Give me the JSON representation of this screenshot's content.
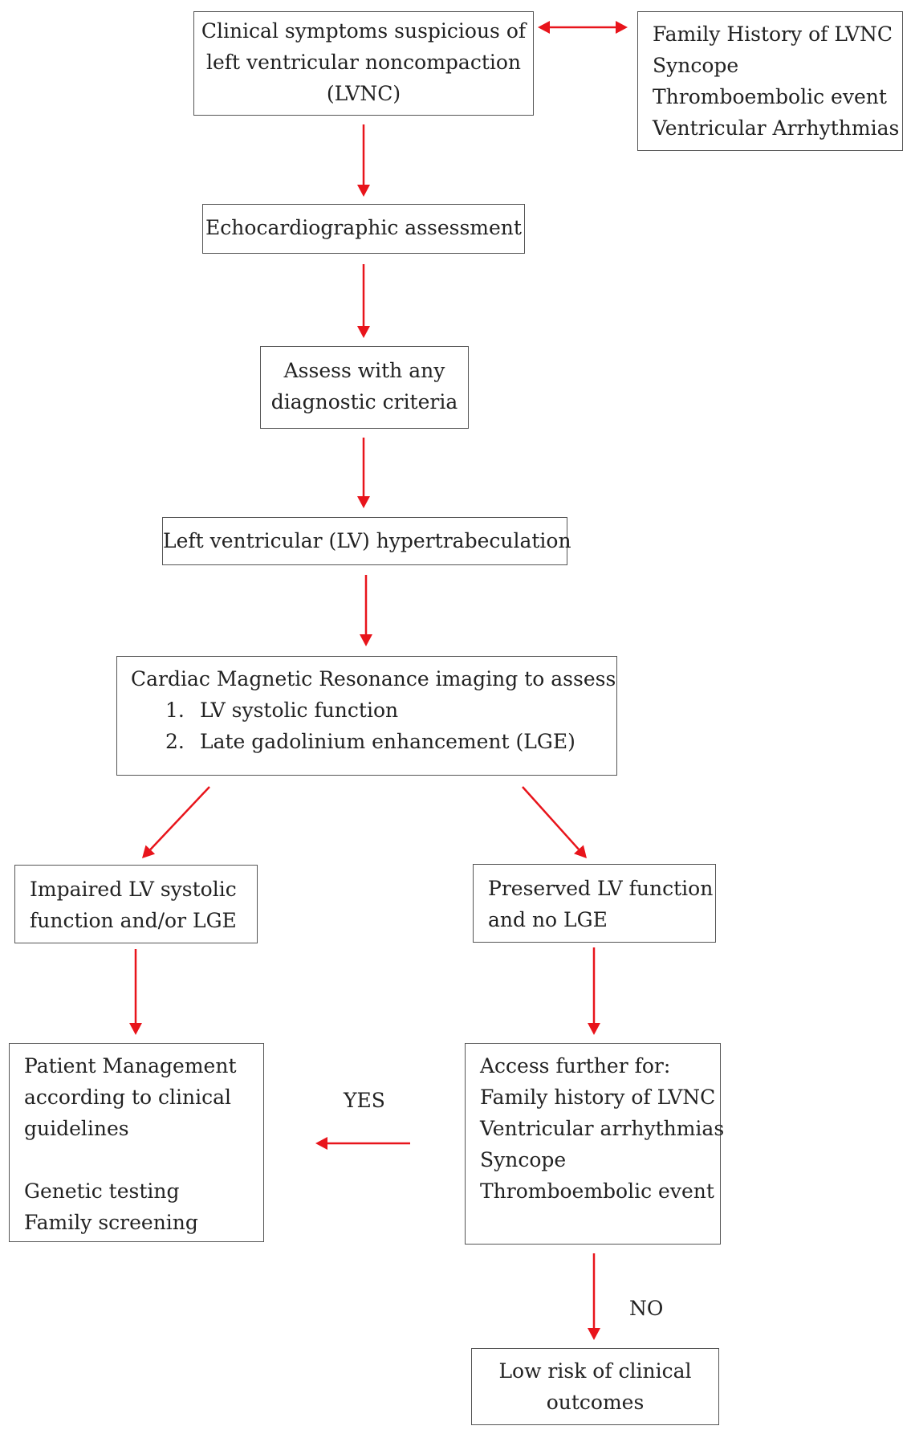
{
  "colors": {
    "arrow": "#e8141b",
    "border": "#555555",
    "text": "#222222"
  },
  "boxes": {
    "clinical": {
      "lines": [
        "Clinical symptoms suspicious of",
        "left ventricular noncompaction",
        "(LVNC)"
      ]
    },
    "family_top": {
      "lines": [
        "Family History of LVNC",
        "Syncope",
        "Thromboembolic event",
        "Ventricular Arrhythmias"
      ]
    },
    "echo": {
      "lines": [
        "Echocardiographic assessment"
      ]
    },
    "assess": {
      "lines": [
        "Assess with any",
        "diagnostic criteria"
      ]
    },
    "lvh": {
      "lines": [
        "Left ventricular (LV) hypertrabeculation"
      ]
    },
    "cmr": {
      "title": "Cardiac Magnetic Resonance imaging to assess",
      "items": [
        {
          "num": "1.",
          "text": "LV systolic function"
        },
        {
          "num": "2.",
          "text": "Late gadolinium enhancement (LGE)"
        }
      ]
    },
    "impaired": {
      "lines": [
        "Impaired LV systolic",
        "function and/or LGE"
      ]
    },
    "preserved": {
      "lines": [
        "Preserved LV function",
        "and no LGE"
      ]
    },
    "management": {
      "lines": [
        "Patient Management",
        "according to clinical",
        "guidelines"
      ],
      "extra_lines": [
        "Genetic testing",
        "Family screening"
      ]
    },
    "access": {
      "lines": [
        "Access further for:",
        "Family history of LVNC",
        "Ventricular arrhythmias",
        "Syncope",
        "Thromboembolic event"
      ]
    },
    "lowrisk": {
      "lines": [
        "Low risk of clinical",
        "outcomes"
      ]
    }
  },
  "labels": {
    "yes": "YES",
    "no": "NO"
  }
}
